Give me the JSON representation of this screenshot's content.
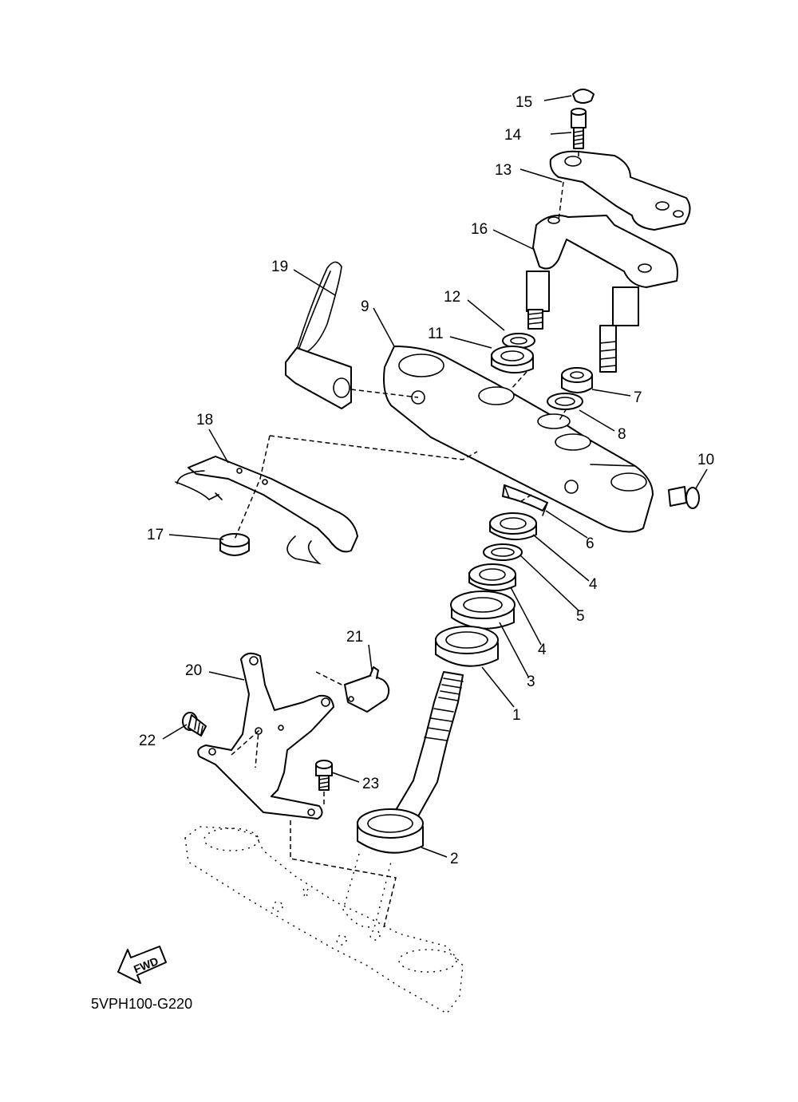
{
  "diagram": {
    "drawing_code": "5VPH100-G220",
    "direction_label": "FWD",
    "callouts": [
      {
        "id": "c15",
        "text": "15"
      },
      {
        "id": "c14",
        "text": "14"
      },
      {
        "id": "c13",
        "text": "13"
      },
      {
        "id": "c16",
        "text": "16"
      },
      {
        "id": "c19",
        "text": "19"
      },
      {
        "id": "c12",
        "text": "12"
      },
      {
        "id": "c9",
        "text": "9"
      },
      {
        "id": "c11",
        "text": "11"
      },
      {
        "id": "c7",
        "text": "7"
      },
      {
        "id": "c8",
        "text": "8"
      },
      {
        "id": "c18",
        "text": "18"
      },
      {
        "id": "c10",
        "text": "10"
      },
      {
        "id": "c6",
        "text": "6"
      },
      {
        "id": "c17",
        "text": "17"
      },
      {
        "id": "c4a",
        "text": "4"
      },
      {
        "id": "c5",
        "text": "5"
      },
      {
        "id": "c4b",
        "text": "4"
      },
      {
        "id": "c21",
        "text": "21"
      },
      {
        "id": "c3",
        "text": "3"
      },
      {
        "id": "c20",
        "text": "20"
      },
      {
        "id": "c1",
        "text": "1"
      },
      {
        "id": "c22",
        "text": "22"
      },
      {
        "id": "c23",
        "text": "23"
      },
      {
        "id": "c2",
        "text": "2"
      }
    ]
  }
}
